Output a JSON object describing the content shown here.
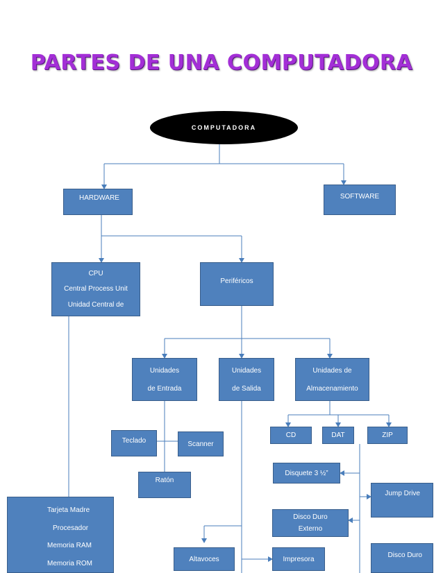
{
  "title": "PARTES DE UNA COMPUTADORA",
  "root": "COMPUTADORA",
  "hardware": "HARDWARE",
  "software": "SOFTWARE",
  "cpu": {
    "line1": "CPU",
    "line2": "Central Process Unit",
    "line3": "Unidad Central de"
  },
  "perifericos": "Periféricos",
  "entrada": {
    "line1": "Unidades",
    "line2": "de Entrada"
  },
  "salida": {
    "line1": "Unidades",
    "line2": "de Salida"
  },
  "almacenamiento": {
    "line1": "Unidades de",
    "line2": "Almacenamiento"
  },
  "teclado": "Teclado",
  "scanner": "Scanner",
  "raton": "Ratón",
  "cd": "CD",
  "dat": "DAT",
  "zip": "ZIP",
  "disquete": "Disquete 3 ½”",
  "jump_drive": "Jump Drive",
  "disco_externo": {
    "line1": "Disco Duro",
    "line2": "Externo"
  },
  "disco_duro": "Disco Duro",
  "tarjeta": {
    "item1": "Tarjeta Madre",
    "item2": "Procesador",
    "item3": "Memoria RAM",
    "item4": "Memoria ROM"
  },
  "altavoces": "Altavoces",
  "impresora": "Impresora",
  "colors": {
    "box_fill": "#4f81bd",
    "box_border": "#385d8a",
    "line": "#4a7ebb",
    "title": "#a32fd6",
    "root_fill": "#000000"
  }
}
